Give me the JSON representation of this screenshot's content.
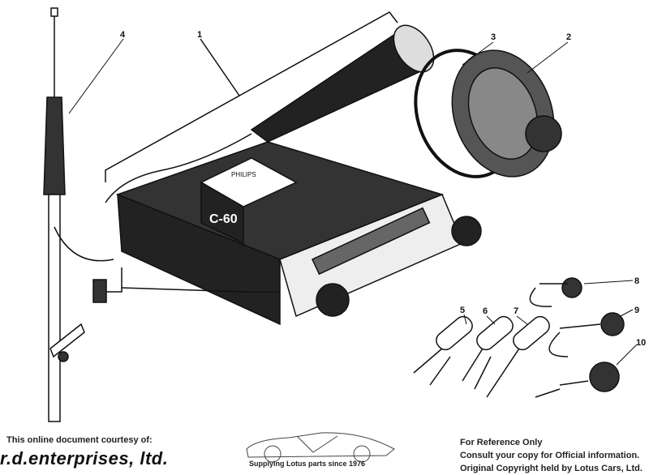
{
  "diagram": {
    "callouts": [
      "1",
      "2",
      "3",
      "4",
      "5",
      "6",
      "7",
      "8",
      "9",
      "10"
    ],
    "cassette_label": "C-60",
    "cassette_brand": "PHILIPS"
  },
  "footer": {
    "courtesy": "This online document courtesy of:",
    "brand": "r.d.enterprises, ltd.",
    "logo_caption": "Supplying Lotus parts since 1976",
    "notice_line1": "For Reference Only",
    "notice_line2": "Consult your copy for Official information.",
    "notice_line3": "Original Copyright held by Lotus Cars, Ltd."
  }
}
